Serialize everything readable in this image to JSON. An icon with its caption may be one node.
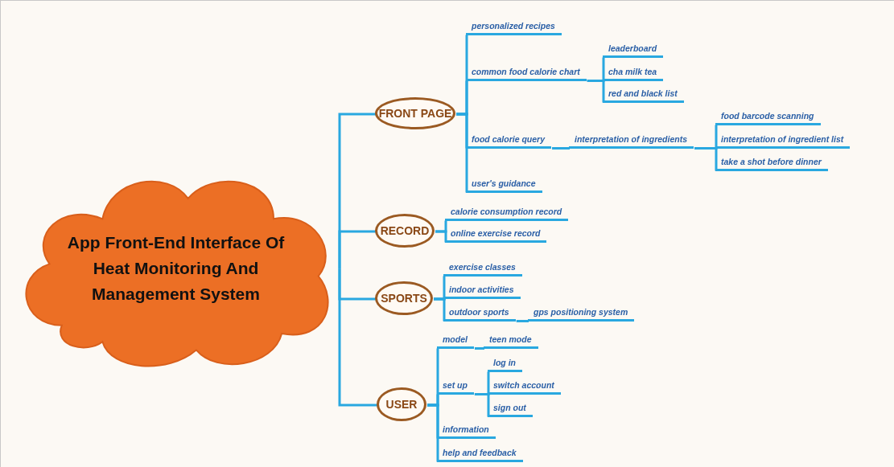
{
  "diagram": {
    "nodes": [
      {
        "text": [
          "App Front-End Interface Of Heat Monitoring And Management System"
        ]
      },
      {
        "text": [
          "FRONT PAGE"
        ]
      },
      {
        "text": [
          "personalized recipes"
        ]
      },
      {
        "text": [
          "common food calorie chart"
        ]
      },
      {
        "text": [
          "leaderboard"
        ]
      },
      {
        "text": [
          "cha milk tea"
        ]
      },
      {
        "text": [
          "red and black list"
        ]
      },
      {
        "text": [
          "food calorie query"
        ]
      },
      {
        "text": [
          "interpretation of ingredients"
        ]
      },
      {
        "text": [
          "food barcode scanning"
        ]
      },
      {
        "text": [
          "interpretation of ingredient list"
        ]
      },
      {
        "text": [
          "take a shot before dinner"
        ]
      },
      {
        "text": [
          "user's guidance"
        ]
      },
      {
        "text": [
          "RECORD"
        ]
      },
      {
        "text": [
          "calorie consumption record"
        ]
      },
      {
        "text": [
          "online exercise record"
        ]
      },
      {
        "text": [
          "SPORTS"
        ]
      },
      {
        "text": [
          "exercise classes"
        ]
      },
      {
        "text": [
          "indoor activities"
        ]
      },
      {
        "text": [
          "outdoor sports"
        ]
      },
      {
        "text": [
          "gps positioning system"
        ]
      },
      {
        "text": [
          "USER"
        ]
      },
      {
        "text": [
          "model"
        ]
      },
      {
        "text": [
          "teen mode"
        ]
      },
      {
        "text": [
          "set up"
        ]
      },
      {
        "text": [
          "log in"
        ]
      },
      {
        "text": [
          "switch account"
        ]
      },
      {
        "text": [
          "sign out"
        ]
      },
      {
        "text": [
          "information"
        ]
      },
      {
        "text": [
          "help and feedback"
        ]
      }
    ],
    "edges": [
      {
        "from": 0,
        "to": 1,
        "arrow": "none"
      },
      {
        "from": 0,
        "to": 13,
        "arrow": "none"
      },
      {
        "from": 0,
        "to": 16,
        "arrow": "none"
      },
      {
        "from": 0,
        "to": 21,
        "arrow": "none"
      },
      {
        "from": 1,
        "to": 2,
        "arrow": "none"
      },
      {
        "from": 1,
        "to": 3,
        "arrow": "none"
      },
      {
        "from": 1,
        "to": 7,
        "arrow": "none"
      },
      {
        "from": 1,
        "to": 12,
        "arrow": "none"
      },
      {
        "from": 3,
        "to": 4,
        "arrow": "none"
      },
      {
        "from": 3,
        "to": 5,
        "arrow": "none"
      },
      {
        "from": 3,
        "to": 6,
        "arrow": "none"
      },
      {
        "from": 7,
        "to": 8,
        "arrow": "none"
      },
      {
        "from": 8,
        "to": 9,
        "arrow": "none"
      },
      {
        "from": 8,
        "to": 10,
        "arrow": "none"
      },
      {
        "from": 8,
        "to": 11,
        "arrow": "none"
      },
      {
        "from": 13,
        "to": 14,
        "arrow": "none"
      },
      {
        "from": 13,
        "to": 15,
        "arrow": "none"
      },
      {
        "from": 16,
        "to": 17,
        "arrow": "none"
      },
      {
        "from": 16,
        "to": 18,
        "arrow": "none"
      },
      {
        "from": 16,
        "to": 19,
        "arrow": "none"
      },
      {
        "from": 19,
        "to": 20,
        "arrow": "none"
      },
      {
        "from": 21,
        "to": 22,
        "arrow": "none"
      },
      {
        "from": 21,
        "to": 24,
        "arrow": "none"
      },
      {
        "from": 21,
        "to": 28,
        "arrow": "none"
      },
      {
        "from": 21,
        "to": 29,
        "arrow": "none"
      },
      {
        "from": 22,
        "to": 23,
        "arrow": "none"
      },
      {
        "from": 24,
        "to": 25,
        "arrow": "none"
      },
      {
        "from": 24,
        "to": 26,
        "arrow": "none"
      },
      {
        "from": 24,
        "to": 27,
        "arrow": "none"
      }
    ]
  }
}
